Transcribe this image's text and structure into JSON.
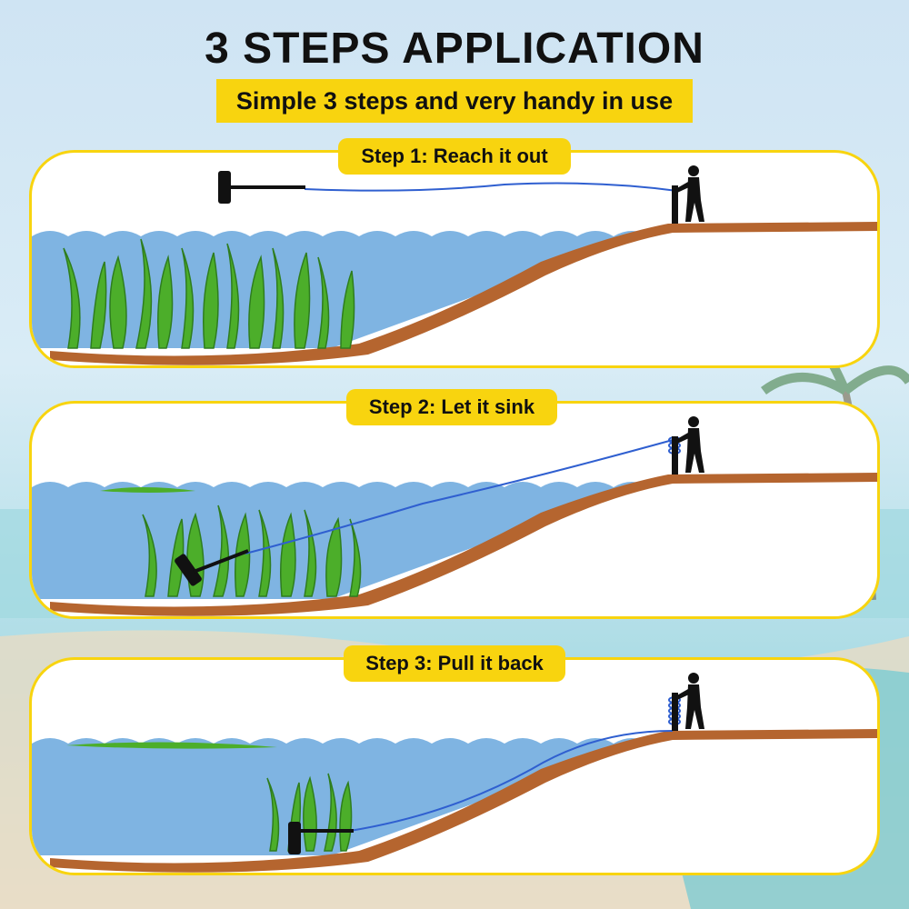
{
  "header": {
    "title": "3 STEPS APPLICATION",
    "subtitle": "Simple 3 steps and very handy in use"
  },
  "steps": [
    {
      "label": "Step 1: Reach it out"
    },
    {
      "label": "Step 2: Let it sink"
    },
    {
      "label": "Step 3: Pull it back"
    }
  ],
  "colors": {
    "accent": "#f8d40f",
    "water": "#7fb4e2",
    "shore": "#b5652f",
    "weed": "#4cae2a",
    "rope": "#2f5fd0"
  }
}
